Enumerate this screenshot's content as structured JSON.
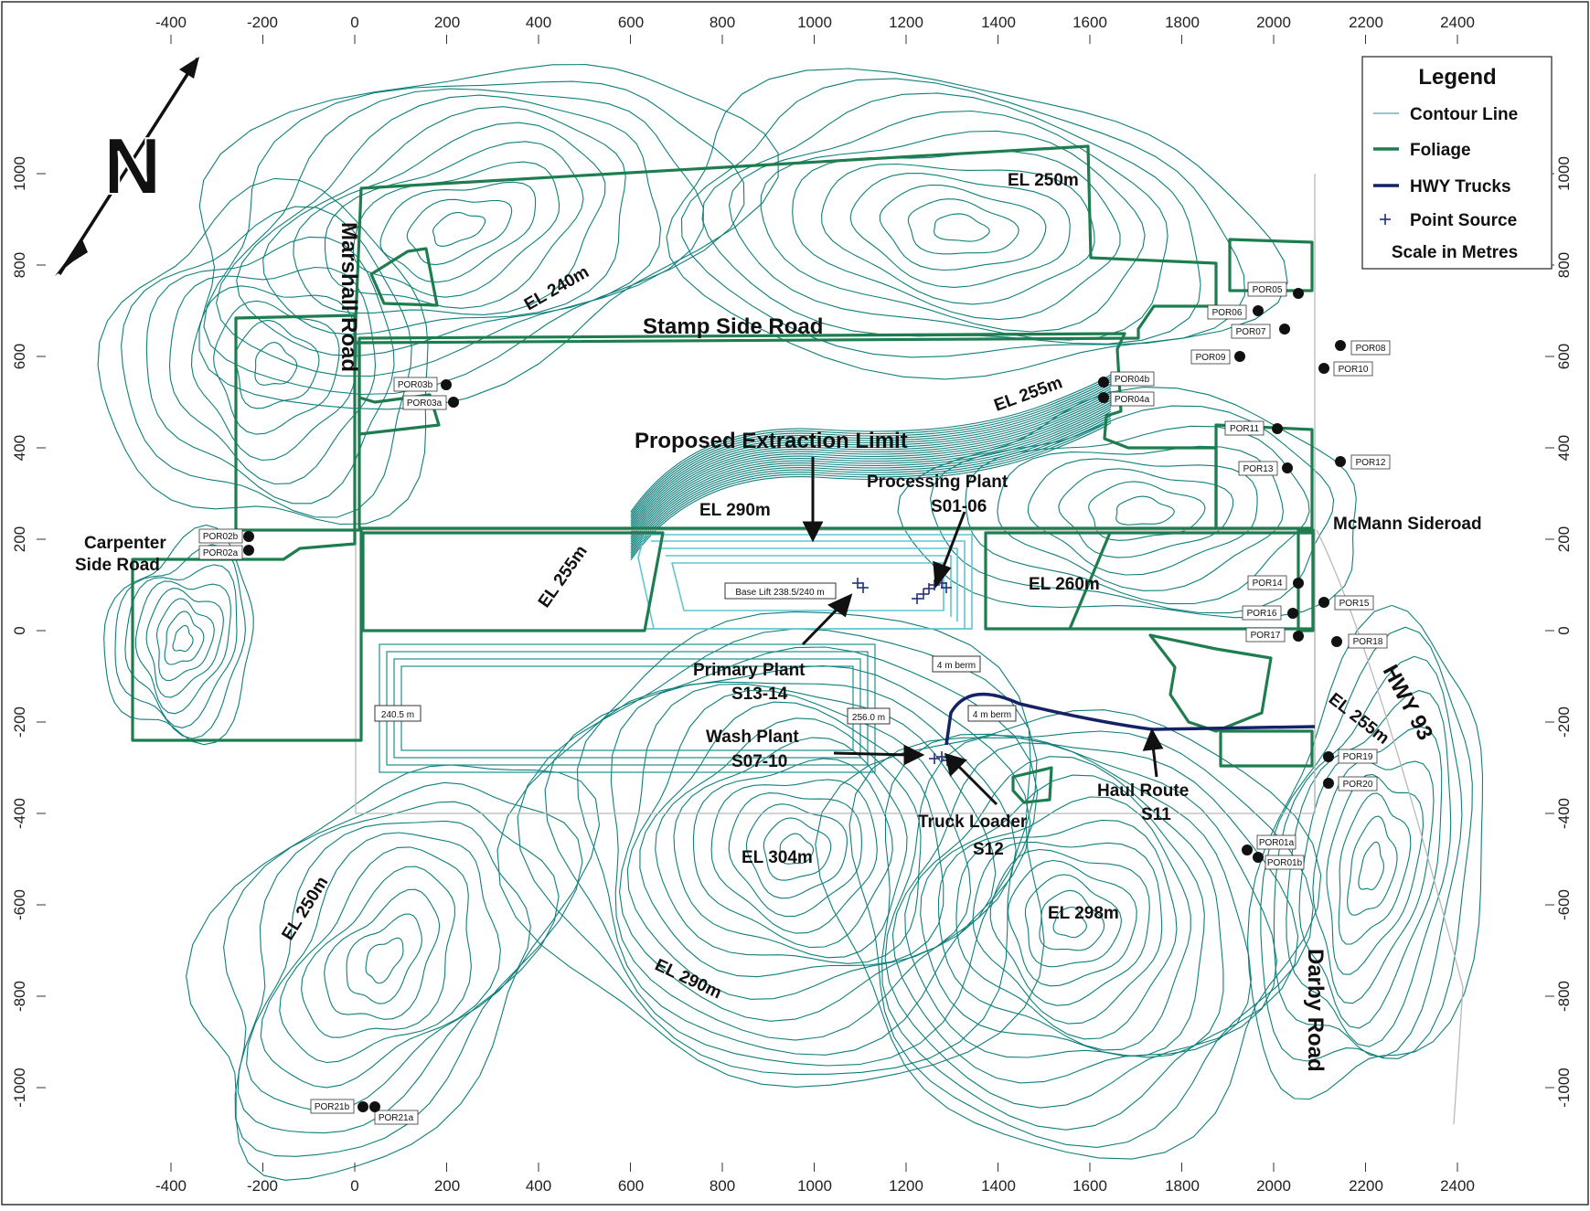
{
  "legend": {
    "title": "Legend",
    "items": [
      {
        "label": "Contour Line",
        "kind": "contour",
        "color": "#4fa6ad"
      },
      {
        "label": "Foliage",
        "kind": "foliage",
        "color": "#1e7d4f"
      },
      {
        "label": "HWY Trucks",
        "kind": "trucks",
        "color": "#162266"
      },
      {
        "label": "Point Source",
        "kind": "point",
        "color": "#23317a"
      }
    ],
    "scale_note": "Scale in Metres"
  },
  "axes": {
    "x_ticks": [
      "-400",
      "-200",
      "0",
      "200",
      "400",
      "600",
      "800",
      "1000",
      "1200",
      "1400",
      "1600",
      "1800",
      "2000",
      "2200",
      "2400"
    ],
    "y_ticks": [
      "1000",
      "800",
      "600",
      "400",
      "200",
      "0",
      "-200",
      "-400",
      "-600",
      "-800",
      "-1000"
    ]
  },
  "colors": {
    "contour": "#0e7f7b",
    "foliage": "#1e7d4f",
    "trucks": "#162266",
    "point": "#23317a",
    "pit": "#5fc6d3"
  },
  "roads": {
    "marshall": "Marshall Road",
    "stamp": "Stamp Side Road",
    "carpenter_1": "Carpenter",
    "carpenter_2": "Side Road",
    "mcmann": "McMann Sideroad",
    "hwy93": "HWY 93",
    "darby": "Darby Road"
  },
  "labels": {
    "extraction": "Proposed Extraction Limit",
    "processing_1": "Processing Plant",
    "processing_2": "S01-06",
    "primary_1": "Primary Plant",
    "primary_2": "S13-14",
    "wash_1": "Wash Plant",
    "wash_2": "S07-10",
    "truck_1": "Truck Loader",
    "truck_2": "S12",
    "haul_1": "Haul Route",
    "haul_2": "S11",
    "base_lift": "Base Lift 238.5/240 m",
    "berm_1": "4 m berm",
    "berm_2": "4 m berm",
    "el_2405": "240.5 m",
    "el_2560": "256.0 m"
  },
  "elevations": {
    "el250_top": "EL 250m",
    "el240": "EL 240m",
    "el255_ne": "EL 255m",
    "el290_mid": "EL 290m",
    "el255_w": "EL 255m",
    "el260": "EL 260m",
    "el255_se": "EL 255m",
    "el304": "EL 304m",
    "el298": "EL 298m",
    "el250_sw": "EL 250m",
    "el290_s": "EL 290m"
  },
  "receptors": [
    "POR05",
    "POR06",
    "POR07",
    "POR08",
    "POR09",
    "POR10",
    "POR03b",
    "POR03a",
    "POR04b",
    "POR04a",
    "POR11",
    "POR12",
    "POR13",
    "POR02b",
    "POR02a",
    "POR14",
    "POR15",
    "POR16",
    "POR17",
    "POR18",
    "POR19",
    "POR20",
    "POR01a",
    "POR01b",
    "POR21b",
    "POR21a"
  ]
}
